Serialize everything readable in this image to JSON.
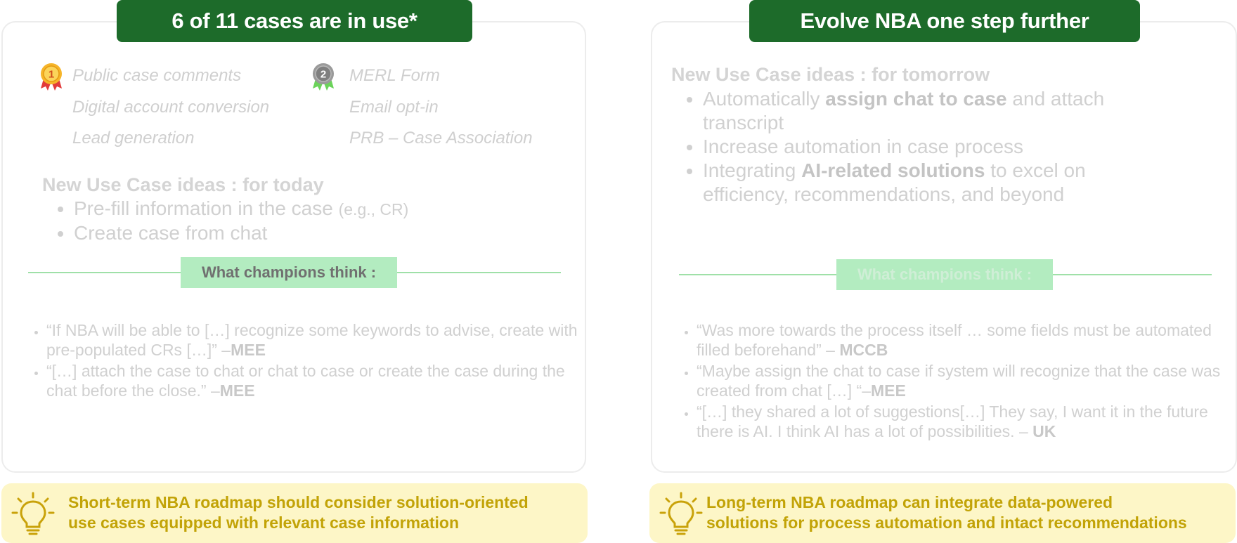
{
  "left": {
    "banner": "6 of 11 cases are in use*",
    "cases_col1": [
      "Public case comments",
      "Digital account conversion",
      "Lead generation"
    ],
    "cases_col2": [
      "MERL Form",
      "Email opt-in",
      "PRB – Case Association"
    ],
    "medal_1": "1",
    "medal_2": "2",
    "ideas_heading": "New Use Case ideas : for today",
    "ideas": [
      {
        "text": "Pre-fill information in the case",
        "small": "(e.g., CR)"
      },
      {
        "text": "Create case from chat",
        "small": ""
      }
    ],
    "champions_label": "What champions think :",
    "quotes": [
      {
        "text": "“If NBA will be able to […] recognize some keywords to advise, create with pre-populated CRs […]” –",
        "source": "MEE"
      },
      {
        "text": "“[…]  attach the case to chat or chat to case or create the case during the chat before the close.” –",
        "source": "MEE"
      }
    ],
    "insight": [
      "Short-term NBA roadmap should consider solution-oriented",
      "use cases equipped with relevant case information"
    ]
  },
  "right": {
    "banner": "Evolve NBA one step further",
    "ideas_heading": "New Use Case ideas : for tomorrow",
    "ideas": [
      {
        "pre": "Automatically ",
        "bold": "assign chat to case",
        "post": " and attach transcript"
      },
      {
        "pre": "Increase automation in case process",
        "bold": "",
        "post": ""
      },
      {
        "pre": "Integrating ",
        "bold": "AI-related solutions",
        "post": " to excel on efficiency, recommendations, and beyond"
      }
    ],
    "champions_label": "What champions think :",
    "quotes": [
      {
        "text": "“Was more towards the process itself … some fields must be automated filled beforehand” – ",
        "source": "MCCB"
      },
      {
        "text": "“Maybe assign the chat to case if system will recognize that the case was created from chat […] “–",
        "source": "MEE"
      },
      {
        "text": "“[…] they shared a lot of suggestions[…] They say, I want it in the future there is AI. I think AI has a lot of possibilities. – ",
        "source": "UK"
      }
    ],
    "insight": [
      "Long-term NBA roadmap can integrate data-powered",
      "solutions for process automation and intact recommendations"
    ]
  },
  "colors": {
    "banner": "#1d6b2a",
    "divider": "#9fe0a8",
    "champions_box": "#b3ecc0",
    "insight_bg": "#fdf6c7",
    "insight_text": "#c2a307",
    "faded_text": "#d0d0d0"
  },
  "icons": [
    "gold-medal-icon",
    "silver-medal-icon",
    "lightbulb-icon"
  ]
}
